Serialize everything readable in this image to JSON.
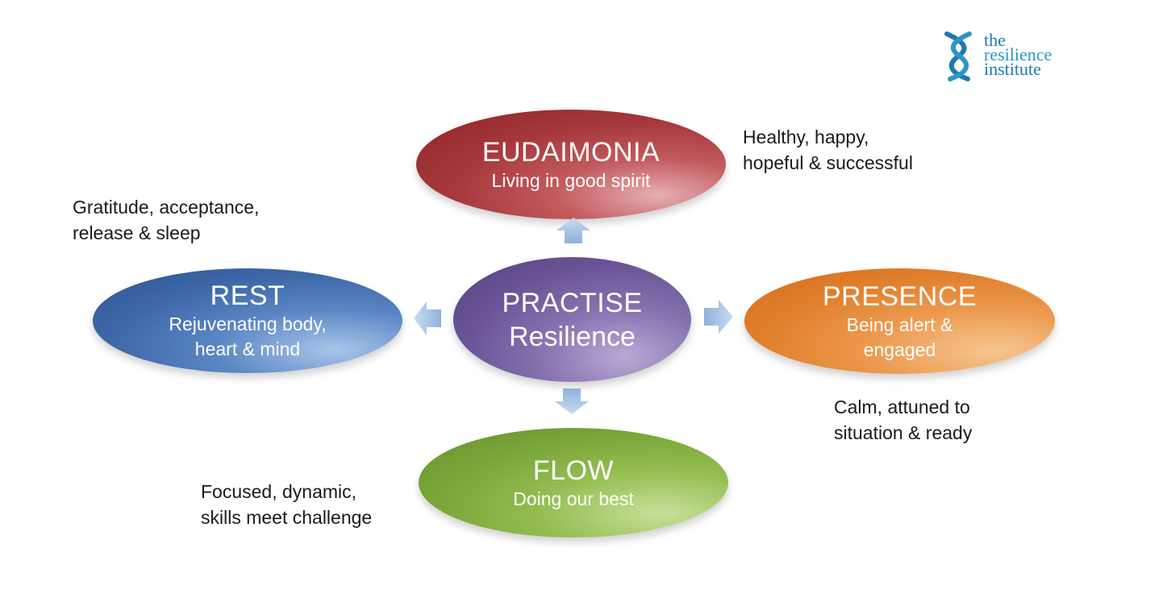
{
  "nodes": {
    "eudaimonia": {
      "title": "EUDAIMONIA",
      "subtitle": "Living in good spirit",
      "color": "#a6383c"
    },
    "rest": {
      "title": "REST",
      "subtitle_line1": "Rejuvenating body,",
      "subtitle_line2": "heart & mind",
      "color": "#3e68a8"
    },
    "practise": {
      "title_line1": "PRACTISE",
      "title_line2": "Resilience",
      "color": "#6a5497"
    },
    "presence": {
      "title": "PRESENCE",
      "subtitle_line1": "Being alert &",
      "subtitle_line2": "engaged",
      "color": "#e1802d"
    },
    "flow": {
      "title": "FLOW",
      "subtitle": "Doing our best",
      "color": "#7aa73a"
    }
  },
  "notes": {
    "eudaimonia": {
      "line1": "Healthy, happy,",
      "line2": "hopeful & successful"
    },
    "rest": {
      "line1": "Gratitude, acceptance,",
      "line2": "release & sleep"
    },
    "presence": {
      "line1": "Calm, attuned to",
      "line2": "situation & ready"
    },
    "flow": {
      "line1": "Focused, dynamic,",
      "line2": "skills meet challenge"
    }
  },
  "logo": {
    "line1": "the",
    "line2": "resilience",
    "line3": "institute",
    "color": "#1d79b2"
  },
  "arrows": [
    {
      "direction": "up",
      "name": "arrow-up-icon"
    },
    {
      "direction": "left",
      "name": "arrow-left-icon"
    },
    {
      "direction": "right",
      "name": "arrow-right-icon"
    },
    {
      "direction": "down",
      "name": "arrow-down-icon"
    }
  ],
  "arrow_color": "#a9c4e6"
}
